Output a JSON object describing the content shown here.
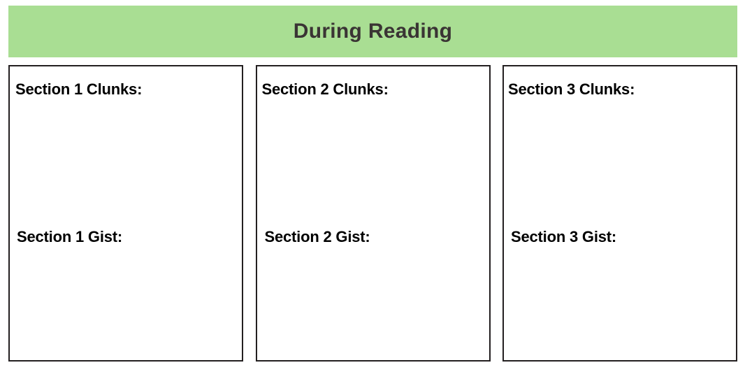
{
  "page": {
    "title": "During Reading",
    "background_color": "#ffffff"
  },
  "header": {
    "label": "During Reading",
    "background_color": "#a9de93",
    "text_color": "#3a3434"
  },
  "sections": [
    {
      "clunks_label": "Section 1 Clunks:",
      "gist_label": "Section 1 Gist:",
      "clunks_value": "",
      "gist_value": "",
      "clunks_placeholder": "",
      "gist_placeholder": ""
    },
    {
      "clunks_label": "Section 2 Clunks:",
      "gist_label": "Section 2 Gist:",
      "clunks_value": "",
      "gist_value": "",
      "clunks_placeholder": "",
      "gist_placeholder": ""
    },
    {
      "clunks_label": "Section 3 Clunks:",
      "gist_label": "Section 3 Gist:",
      "clunks_value": "",
      "gist_value": "",
      "clunks_placeholder": "",
      "gist_placeholder": ""
    }
  ],
  "style": {
    "border_color": "#231f20",
    "label_color": "#000000"
  }
}
